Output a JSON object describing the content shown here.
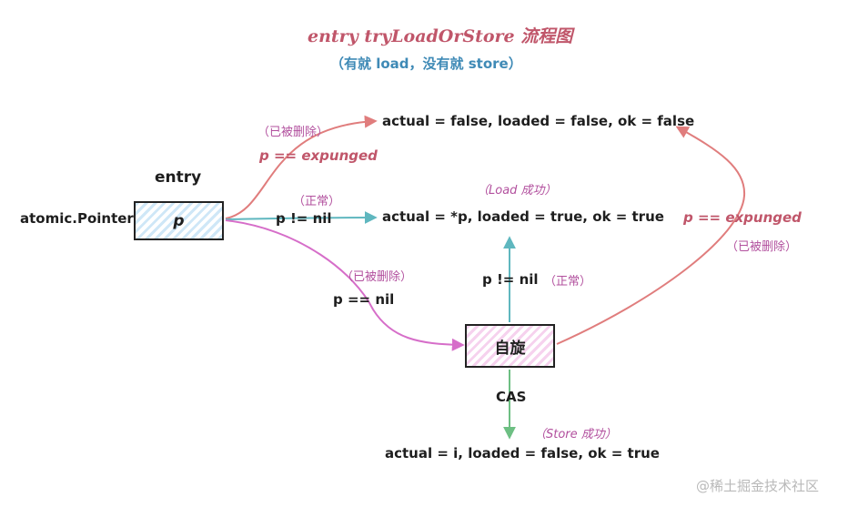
{
  "title": "entry tryLoadOrStore 流程图",
  "subtitle": "（有就 load，没有就 store）",
  "nodes": {
    "entry_label": "entry",
    "pointer_label": "atomic.Pointer",
    "entry_box": "p",
    "spin_box": "自旋"
  },
  "results": {
    "expunged": "actual = false, loaded = false, ok = false",
    "load": "actual = *p, loaded = true, ok = true",
    "store": "actual = i, loaded = false, ok = true"
  },
  "edges": {
    "expunged_note": "（已被删除）",
    "expunged_cond": "p == expunged",
    "normal_note": "（正常）",
    "normal_cond": "p != nil",
    "nil_note": "（已被删除）",
    "nil_cond": "p == nil",
    "load_note": "（Load 成功）",
    "spin_normal_cond": "p != nil",
    "spin_normal_note": "（正常）",
    "cas_label": "CAS",
    "store_note": "（Store 成功）",
    "spin_expunged_cond": "p == expunged",
    "spin_expunged_note": "（已被删除）"
  },
  "watermark": "@稀土掘金技术社区",
  "colors": {
    "title": "#c0566a",
    "subtitle": "#3f8ab6",
    "annotation": "#b2509e",
    "expunged_arrow": "#e07d7d",
    "normal_arrow": "#5fb7bf",
    "nil_arrow": "#d66ec9",
    "cas_arrow": "#6dbf83"
  }
}
